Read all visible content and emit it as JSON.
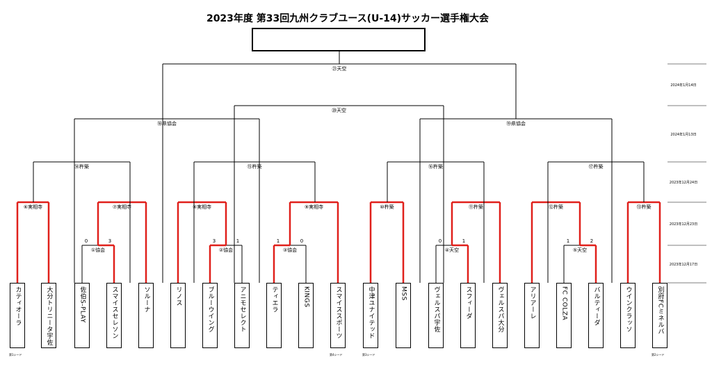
{
  "title": "2023年度 第33回九州クラブユース(U-14)サッカー選手権大会",
  "teams": [
    {
      "name": "カティオーラ",
      "note": "第1シード"
    },
    {
      "name": "大分トリニータ宇佐",
      "note": ""
    },
    {
      "name": "佐伯S-PLAY",
      "note": ""
    },
    {
      "name": "スマイスセレソン",
      "note": ""
    },
    {
      "name": "ソルーナ",
      "note": ""
    },
    {
      "name": "リノス",
      "note": ""
    },
    {
      "name": "ブルーウイング",
      "note": ""
    },
    {
      "name": "アニモセレクト",
      "note": ""
    },
    {
      "name": "ティエラ",
      "note": ""
    },
    {
      "name": "KINGS",
      "note": ""
    },
    {
      "name": "スマイススポーツ",
      "note": "第4シード"
    },
    {
      "name": "中津ユナイテッド",
      "note": "第3シード"
    },
    {
      "name": "MSS",
      "note": ""
    },
    {
      "name": "ヴェルスパ宇佐",
      "note": ""
    },
    {
      "name": "スフィーダ",
      "note": ""
    },
    {
      "name": "ヴェルスパ大分",
      "note": ""
    },
    {
      "name": "アリアーレ",
      "note": ""
    },
    {
      "name": "FC COLZA",
      "note": ""
    },
    {
      "name": "バルティーダ",
      "note": ""
    },
    {
      "name": "ウインクラッソ",
      "note": ""
    },
    {
      "name": "別府FCミネルバ",
      "note": "第2シード"
    }
  ],
  "matches": [
    {
      "label": "①協会",
      "score_left": "0",
      "score_right": "3"
    },
    {
      "label": "②協会",
      "score_left": "3",
      "score_right": "1"
    },
    {
      "label": "③協会",
      "score_left": "1",
      "score_right": "0"
    },
    {
      "label": "④天空",
      "score_left": "0",
      "score_right": "1"
    },
    {
      "label": "⑤天空",
      "score_left": "1",
      "score_right": "2"
    },
    {
      "label": "⑥実相寺",
      "score_left": "",
      "score_right": ""
    },
    {
      "label": "⑦実相寺",
      "score_left": "",
      "score_right": ""
    },
    {
      "label": "⑧実相寺",
      "score_left": "",
      "score_right": ""
    },
    {
      "label": "⑨実相寺",
      "score_left": "",
      "score_right": ""
    },
    {
      "label": "⑩杵築",
      "score_left": "",
      "score_right": ""
    },
    {
      "label": "⑪杵築",
      "score_left": "",
      "score_right": ""
    },
    {
      "label": "⑫杵築",
      "score_left": "",
      "score_right": ""
    },
    {
      "label": "⑬杵築",
      "score_left": "",
      "score_right": ""
    },
    {
      "label": "⑭杵築",
      "score_left": "",
      "score_right": ""
    },
    {
      "label": "⑮杵築",
      "score_left": "",
      "score_right": ""
    },
    {
      "label": "⑯杵築",
      "score_left": "",
      "score_right": ""
    },
    {
      "label": "⑰杵築",
      "score_left": "",
      "score_right": ""
    },
    {
      "label": "⑱県協会",
      "score_left": "",
      "score_right": ""
    },
    {
      "label": "⑲県協会",
      "score_left": "",
      "score_right": ""
    },
    {
      "label": "⑳天空",
      "score_left": "",
      "score_right": ""
    },
    {
      "label": "㉑天空",
      "score_left": "",
      "score_right": ""
    }
  ],
  "dates": [
    "2024年1月14日",
    "2024年1月13日",
    "2023年12月24日",
    "2023年12月23日",
    "2023年12月17日"
  ],
  "colors": {
    "winner_line": "#e0201b",
    "line": "#000000"
  }
}
